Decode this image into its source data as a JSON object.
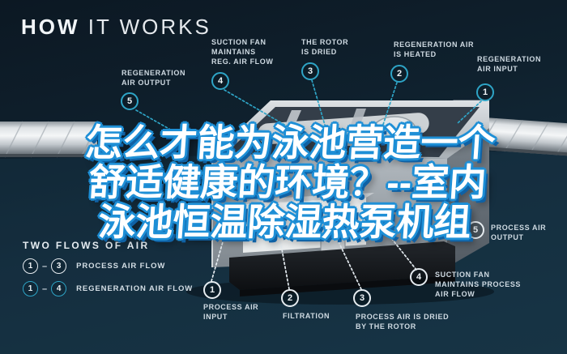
{
  "title": {
    "bold": "HOW",
    "light": "IT WORKS"
  },
  "overlay": {
    "line1": "怎么才能为泳池营造一个",
    "line2": "舒适健康的环境？--室内",
    "line3": "泳池恒温除湿热泵机组"
  },
  "labels": {
    "regeneration": [
      {
        "num": "1",
        "text": "REGENERATION\nAIR INPUT"
      },
      {
        "num": "2",
        "text": "REGENERATION AIR\nIS HEATED"
      },
      {
        "num": "3",
        "text": "THE ROTOR\nIS DRIED"
      },
      {
        "num": "4",
        "text": "SUCTION FAN\nMAINTAINS\nREG. AIR FLOW"
      },
      {
        "num": "5",
        "text": "REGENERATION\nAIR OUTPUT"
      }
    ],
    "process": [
      {
        "num": "1",
        "text": "PROCESS AIR\nINPUT"
      },
      {
        "num": "2",
        "text": "FILTRATION"
      },
      {
        "num": "3",
        "text": "PROCESS AIR IS DRIED\nBY THE ROTOR"
      },
      {
        "num": "4",
        "text": "SUCTION FAN\nMAINTAINS PROCESS\nAIR FLOW"
      },
      {
        "num": "5",
        "text": "PROCESS AIR\nOUTPUT"
      }
    ]
  },
  "legend": {
    "heading": "TWO FLOWS OF AIR",
    "rows": [
      {
        "from": "1",
        "dash": "–",
        "to": "3",
        "label": "PROCESS AIR FLOW",
        "style": "white"
      },
      {
        "from": "1",
        "dash": "–",
        "to": "4",
        "label": "REGENERATION AIR FLOW",
        "style": "teal"
      }
    ]
  },
  "colors": {
    "accent_teal": "#2ea4c6",
    "overlay_blue": "#1e8fd6",
    "overlay_blue_dark": "#0f61a4",
    "background_dark": "#0f1f2b",
    "background_light": "#1b3547",
    "circle_white": "#e8eef2"
  }
}
